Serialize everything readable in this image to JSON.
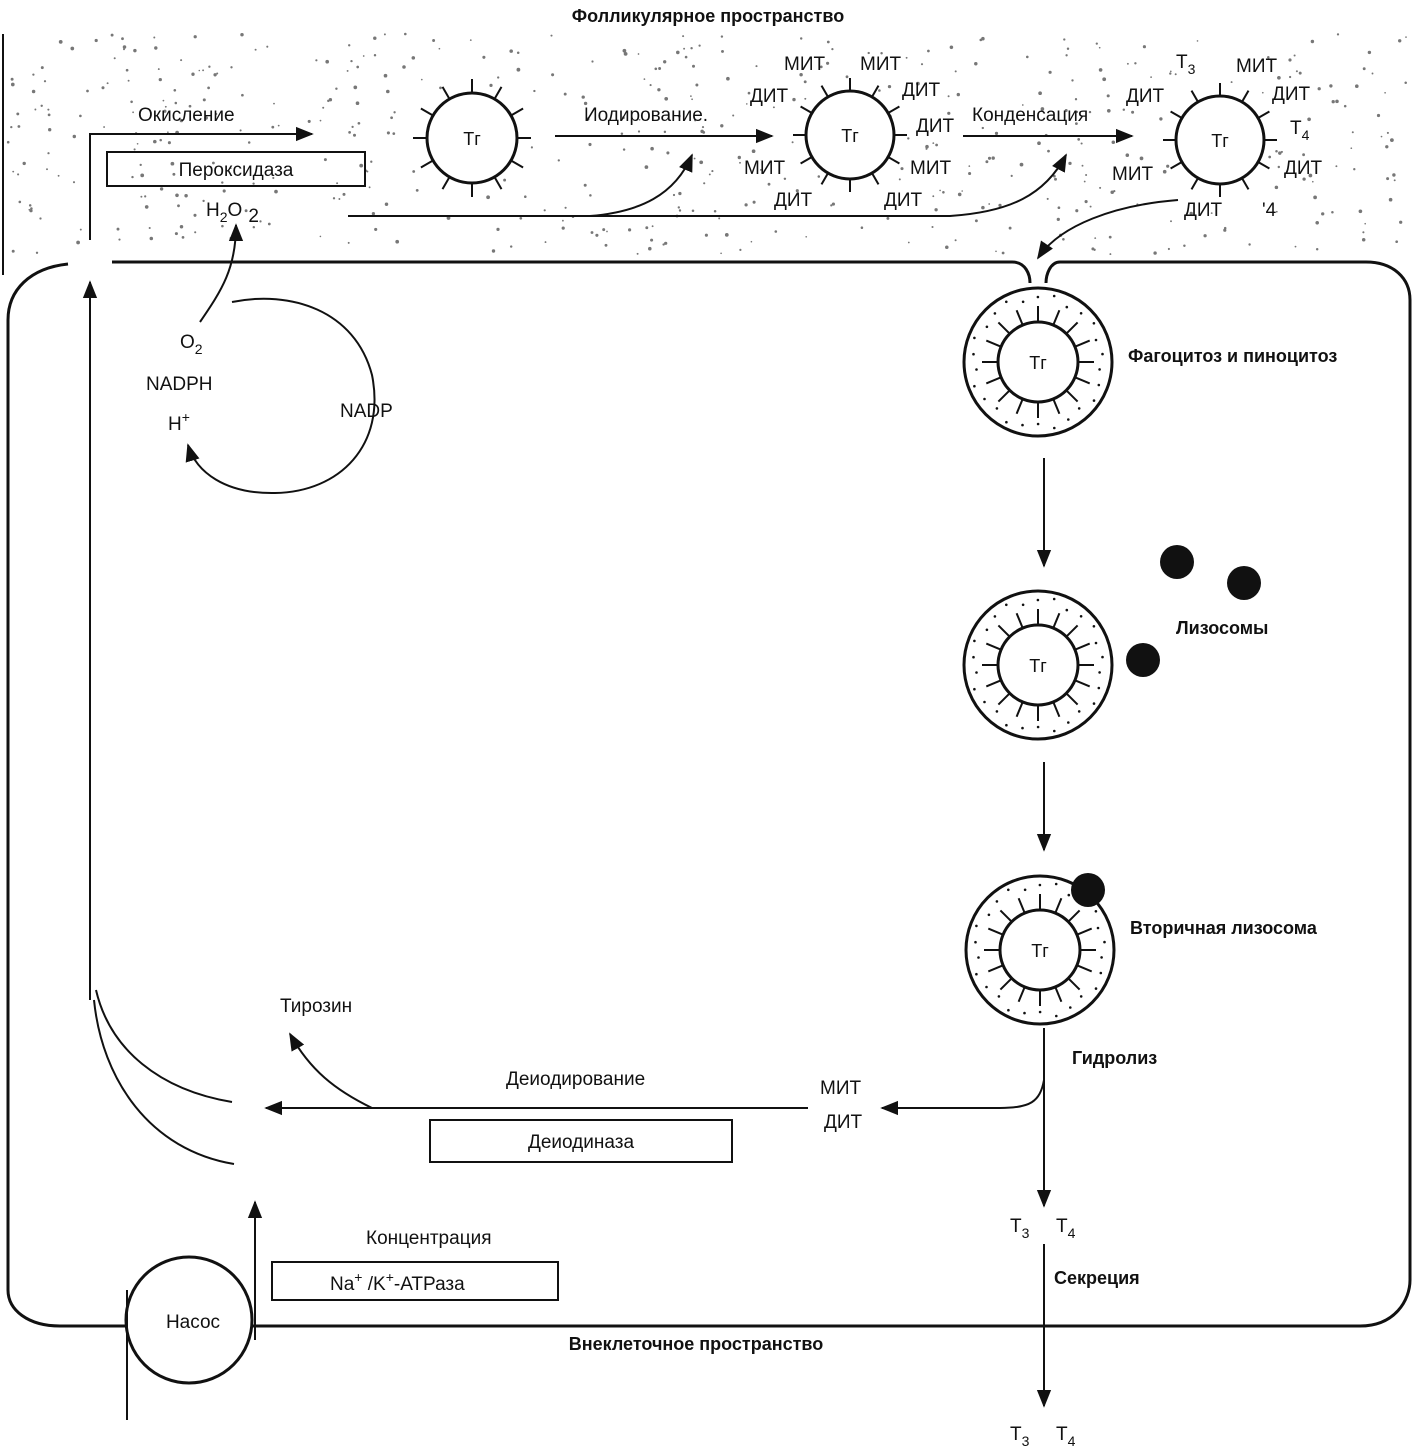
{
  "colors": {
    "ink": "#111111",
    "stipple": "#777777",
    "paper": "#ffffff"
  },
  "labels": {
    "follicular_space": "Фолликулярное пространство",
    "extracellular_space": "Внеклеточное пространство",
    "oxidation": "Окисление",
    "peroxidase": "Пероксидаза",
    "iodination": "Иодирование.",
    "condensation": "Конденсация",
    "h2o2": {
      "h": "H",
      "s1": "2",
      "o": "O",
      "s2": "2"
    },
    "o2": {
      "o": "O",
      "s": "2"
    },
    "nadph": "NADPH",
    "hplus": {
      "h": "H",
      "s": "+"
    },
    "nadp": "NADP",
    "phagocytosis": "Фагоцитоз и пиноцитоз",
    "lysosomes": "Лизосомы",
    "secondary_lysosome": "Вторичная лизосома",
    "hydrolysis": "Гидролиз",
    "tyrosine": "Тирозин",
    "deiodination": "Деиодирование",
    "deiodinase": "Деиодиназа",
    "mit": "МИТ",
    "dit": "ДИТ",
    "concentration": "Концентрация",
    "atpase": {
      "na": "Na",
      "plus1": "+",
      "k": " /K",
      "plus2": "+",
      "rest": "-АТРаза"
    },
    "pump": "Насос",
    "secretion": "Секреция",
    "t3": {
      "t": "T",
      "s": "3"
    },
    "t4": {
      "t": "T",
      "s": "4"
    },
    "tg": "Тг",
    "stray_4": "'4"
  },
  "icons": [
    "thyroglobulin-circle-icon",
    "vesicle-icon",
    "lysosome-dot-icon",
    "arrow-icon",
    "pump-circle-icon"
  ]
}
